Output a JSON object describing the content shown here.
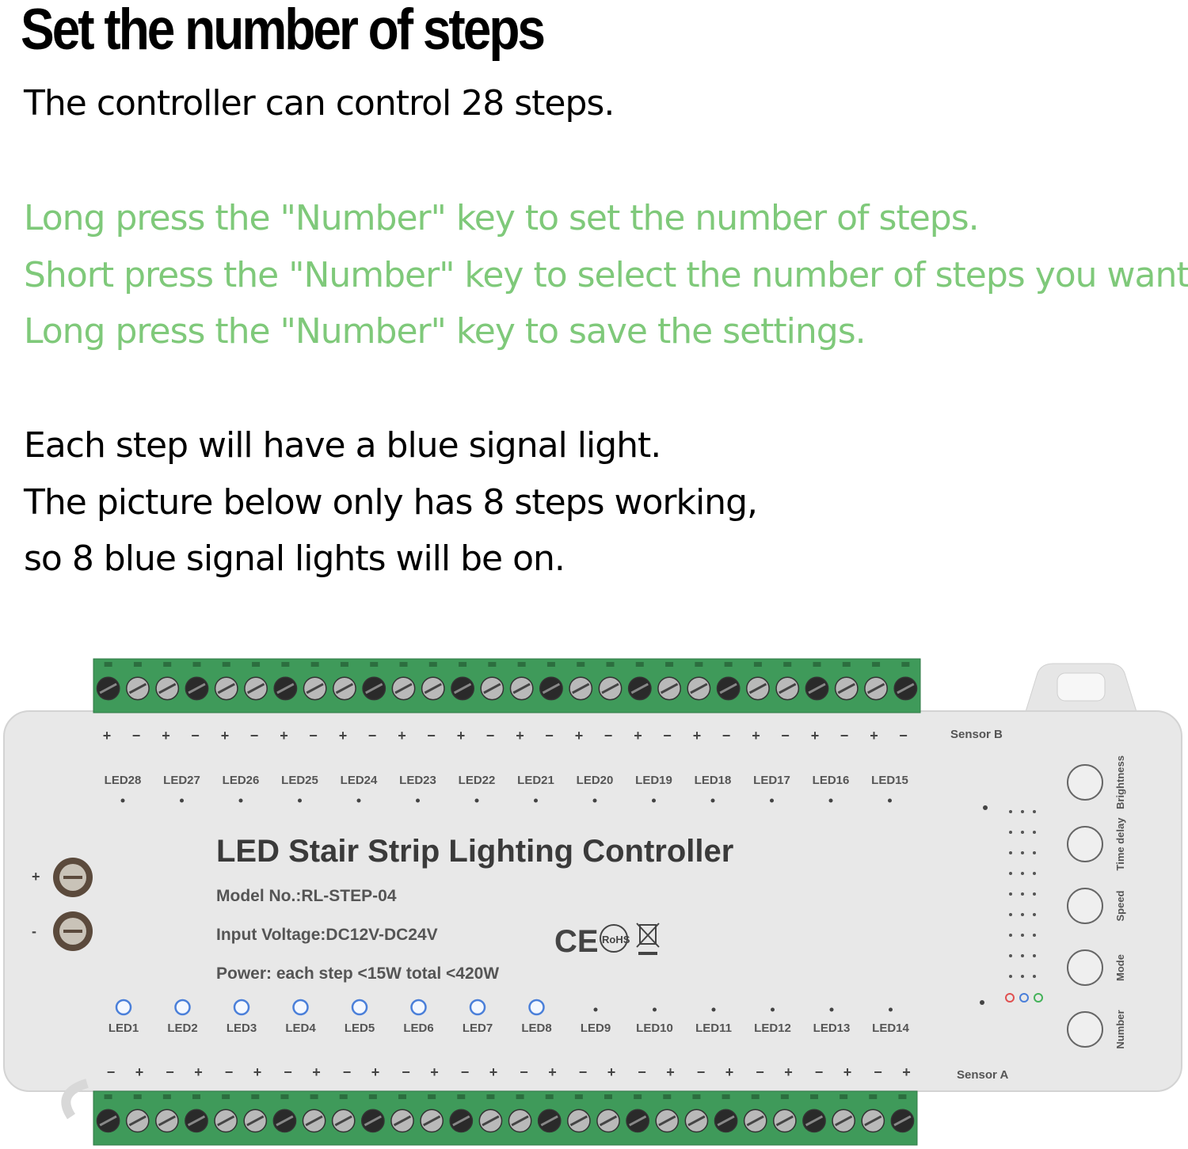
{
  "heading": "Set the number of steps",
  "intro": "The controller can control 28 steps.",
  "instructions": [
    "Long press the \"Number\" key to set the number of steps.",
    "Short press the \"Number\" key to select the number of steps you want.",
    "Long press the \"Number\" key to save the settings."
  ],
  "notes": [
    "Each step will have a blue signal light.",
    "The picture below only has 8 steps working,",
    "so 8 blue signal lights will be on."
  ],
  "device": {
    "title": "LED Stair Strip Lighting Controller",
    "model": "Model No.:RL-STEP-04",
    "voltage": "Input Voltage:DC12V-DC24V",
    "power": "Power: each step <15W  total <420W",
    "certification": "CE RoHS",
    "sensor_b": "Sensor B",
    "sensor_a": "Sensor A",
    "plus": "+",
    "minus": "-",
    "top_leds": [
      "LED28",
      "LED27",
      "LED26",
      "LED25",
      "LED24",
      "LED23",
      "LED22",
      "LED21",
      "LED20",
      "LED19",
      "LED18",
      "LED17",
      "LED16",
      "LED15"
    ],
    "bottom_leds": [
      "LED1",
      "LED2",
      "LED3",
      "LED4",
      "LED5",
      "LED6",
      "LED7",
      "LED8",
      "LED9",
      "LED10",
      "LED11",
      "LED12",
      "LED13",
      "LED14"
    ],
    "active_steps": 8,
    "buttons": [
      "Brightness",
      "Time delay",
      "Speed",
      "Mode",
      "Number"
    ],
    "colors": {
      "terminal_green": "#3f9a5a",
      "case": "#e8e8e8",
      "signal_blue": "#4a7fd9",
      "text_green": "#7fc97a"
    }
  }
}
